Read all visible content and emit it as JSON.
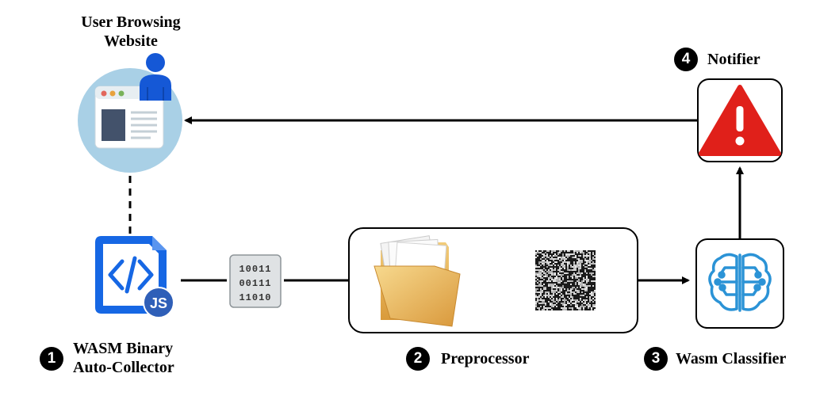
{
  "nodes": {
    "user": {
      "label_line1": "User Browsing",
      "label_line2": "Website"
    },
    "collector": {
      "label_line1": "WASM Binary",
      "label_line2": "Auto-Collector",
      "step": "1",
      "badge_text": "JS"
    },
    "binary": {
      "rows": [
        "10011",
        "00111",
        "11010"
      ]
    },
    "preprocessor": {
      "label": "Preprocessor",
      "step": "2"
    },
    "classifier": {
      "label": "Wasm Classifier",
      "step": "3"
    },
    "notifier": {
      "label": "Notifier",
      "step": "4"
    }
  },
  "colors": {
    "browser_circle": "#a9d0e6",
    "js_blue": "#1667e4",
    "user_blue": "#1558d6",
    "warning_red": "#e0201a",
    "folder_yellow": "#e8b45c",
    "brain_blue": "#2b93d6"
  },
  "icons": [
    "browser-icon",
    "user-icon",
    "wasm-file-icon",
    "js-badge-icon",
    "binary-icon",
    "folder-icon",
    "noise-image-icon",
    "brain-chip-icon",
    "warning-icon"
  ]
}
